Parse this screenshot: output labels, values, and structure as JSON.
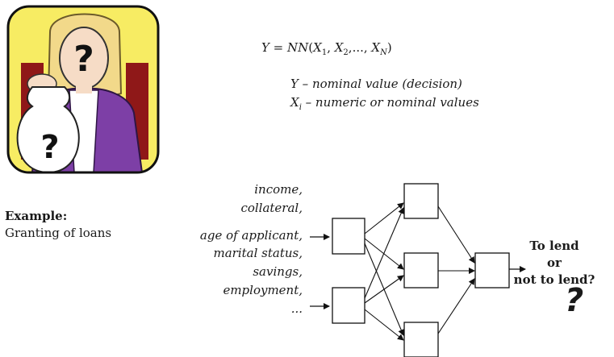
{
  "example": {
    "title": "Example:",
    "text": "Granting of loans"
  },
  "equation": {
    "y": "Y",
    "eq": " = ",
    "nn": "NN",
    "open": "(",
    "x": "X",
    "sub1": "1",
    "sep1": ", ",
    "sub2": "2",
    "sep2": ",..., ",
    "subN": "N",
    "close": ")"
  },
  "definitions": {
    "y_var": "Y",
    "y_desc": " – nominal value (decision)",
    "x_var": "X",
    "x_sub": "i",
    "x_desc": " – numeric or nominal values"
  },
  "inputs": [
    "income,",
    "collateral,",
    "age of applicant,",
    "marital status,",
    "savings,",
    "employment,",
    "..."
  ],
  "output": {
    "line1": "To lend",
    "line2": "or",
    "line3": "not to lend?",
    "mark": "?"
  },
  "clipart": {
    "icon": "banker-with-money-bag-icon",
    "face_mark": "?",
    "bag_mark": "?",
    "colors": {
      "background": "#f7ec63",
      "jacket": "#7d3fa6",
      "chair": "#8f1818",
      "hair": "#f2d98a",
      "skin": "#f6dcc6"
    }
  }
}
